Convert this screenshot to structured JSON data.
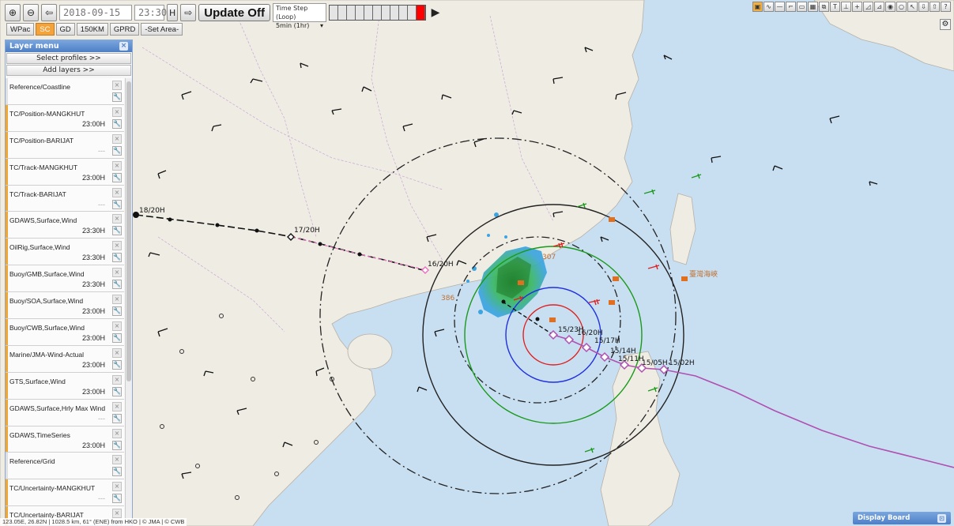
{
  "toolbar": {
    "zoom_in": "⊕",
    "zoom_out": "⊖",
    "prev_arrow": "⇦",
    "date": "2018-09-15",
    "time": "23:30",
    "hour_unit": "H",
    "next_arrow": "⇨",
    "update_label": "Update Off",
    "timestep_title": "Time Step (Loop)",
    "timestep_value": "5min (1hr)",
    "timestep_caret": "▾",
    "play": "▶"
  },
  "regions": [
    {
      "label": "WPac",
      "active": false
    },
    {
      "label": "SC",
      "active": true
    },
    {
      "label": "GD",
      "active": false
    },
    {
      "label": "150KM",
      "active": false
    },
    {
      "label": "GPRD",
      "active": false
    },
    {
      "label": "-Set Area-",
      "active": false
    }
  ],
  "layer_menu": {
    "title": "Layer menu",
    "close": "×",
    "select_profiles": "Select profiles >>",
    "add_layers": "Add layers >>",
    "items": [
      {
        "name": "Reference/Coastline",
        "time": "",
        "accent": false
      },
      {
        "name": "TC/Position-MANGKHUT",
        "time": "23:00H",
        "accent": true
      },
      {
        "name": "TC/Position-BARIJAT",
        "time": "---",
        "accent": true
      },
      {
        "name": "TC/Track-MANGKHUT",
        "time": "23:00H",
        "accent": true
      },
      {
        "name": "TC/Track-BARIJAT",
        "time": "---",
        "accent": true
      },
      {
        "name": "GDAWS,Surface,Wind",
        "time": "23:30H",
        "accent": true
      },
      {
        "name": "OilRig,Surface,Wind",
        "time": "23:30H",
        "accent": true
      },
      {
        "name": "Buoy/GMB,Surface,Wind",
        "time": "23:30H",
        "accent": true
      },
      {
        "name": "Buoy/SOA,Surface,Wind",
        "time": "23:00H",
        "accent": true
      },
      {
        "name": "Buoy/CWB,Surface,Wind",
        "time": "23:00H",
        "accent": true
      },
      {
        "name": "Marine/JMA-Wind-Actual",
        "time": "23:00H",
        "accent": true
      },
      {
        "name": "GTS,Surface,Wind",
        "time": "23:00H",
        "accent": true
      },
      {
        "name": "GDAWS,Surface,Hrly Max Wind",
        "time": "---",
        "accent": true
      },
      {
        "name": "GDAWS,TimeSeries",
        "time": "23:00H",
        "accent": true
      },
      {
        "name": "Reference/Grid",
        "time": "",
        "accent": false
      },
      {
        "name": "TC/Uncertainty-MANGKHUT",
        "time": "---",
        "accent": true
      },
      {
        "name": "TC/Uncertainty-BARIJAT",
        "time": "",
        "accent": true
      }
    ]
  },
  "track_labels": {
    "barijat_18": "18/20H",
    "barijat_17": "17/20H",
    "barijat_16": "16/20H",
    "mangkhut_center": "15/23H",
    "mangkhut_1620": "16/20H",
    "mangkhut_1517": "15/17H",
    "mangkhut_1514": "15/14H",
    "mangkhut_1511": "15/11H",
    "mangkhut_1505": "15/05H",
    "mangkhut_1502": "15/02H"
  },
  "map_labels": {
    "label_307": "307",
    "label_386": "386",
    "taiwan": "臺灣海峽"
  },
  "status": "123.05E, 26.82N | 1028.5 km, 61° (ENE) from HKO | © JMA | © CWB",
  "display_board": {
    "label": "Display Board",
    "icon": "⊡"
  },
  "colors": {
    "sea": "#c8dff2",
    "land": "#efece4",
    "track_mangkhut": "#b050b0",
    "track_barijat": "#e870c0",
    "radar": "#3ca4e0",
    "ring_red": "#e02020",
    "ring_blue": "#2030e0",
    "ring_green": "#1a9a1a",
    "ring_black": "#222222",
    "accent": "#f3a52c"
  }
}
